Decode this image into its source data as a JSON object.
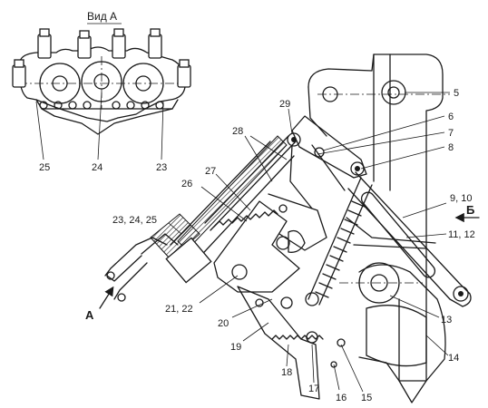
{
  "view_a": {
    "title": "Вид А",
    "callouts": [
      "25",
      "24",
      "23"
    ]
  },
  "main": {
    "view_arrow_a": "А",
    "view_arrow_b": "Б",
    "callouts": {
      "c5": "5",
      "c6": "6",
      "c7": "7",
      "c8": "8",
      "c9_10": "9, 10",
      "c11_12": "11, 12",
      "c13": "13",
      "c14": "14",
      "c15": "15",
      "c16": "16",
      "c17": "17",
      "c18": "18",
      "c19": "19",
      "c20": "20",
      "c21_22": "21, 22",
      "c23_24_25": "23, 24, 25",
      "c26": "26",
      "c27": "27",
      "c28": "28",
      "c29": "29"
    }
  }
}
